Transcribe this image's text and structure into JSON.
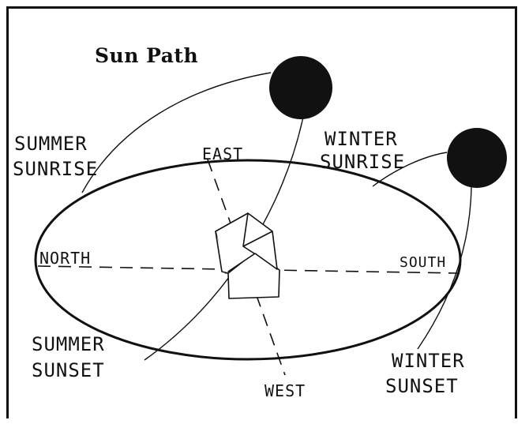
{
  "title": "Sun Path",
  "labels": {
    "summer_sunrise_line1": "SUMMER",
    "summer_sunrise_line2": "SUNRISE",
    "winter_sunrise_line1": "WINTER",
    "winter_sunrise_line2": "SUNRISE",
    "east": "EAST",
    "west": "WEST",
    "north": "NORTH",
    "south": "SOUTH",
    "summer_sunset_line1": "SUMMER",
    "summer_sunset_line2": "SUNSET",
    "winter_sunset_line1": "WINTER",
    "winter_sunset_line2": "SUNSET"
  },
  "colors": {
    "ink": "#111111",
    "paper": "#ffffff"
  }
}
